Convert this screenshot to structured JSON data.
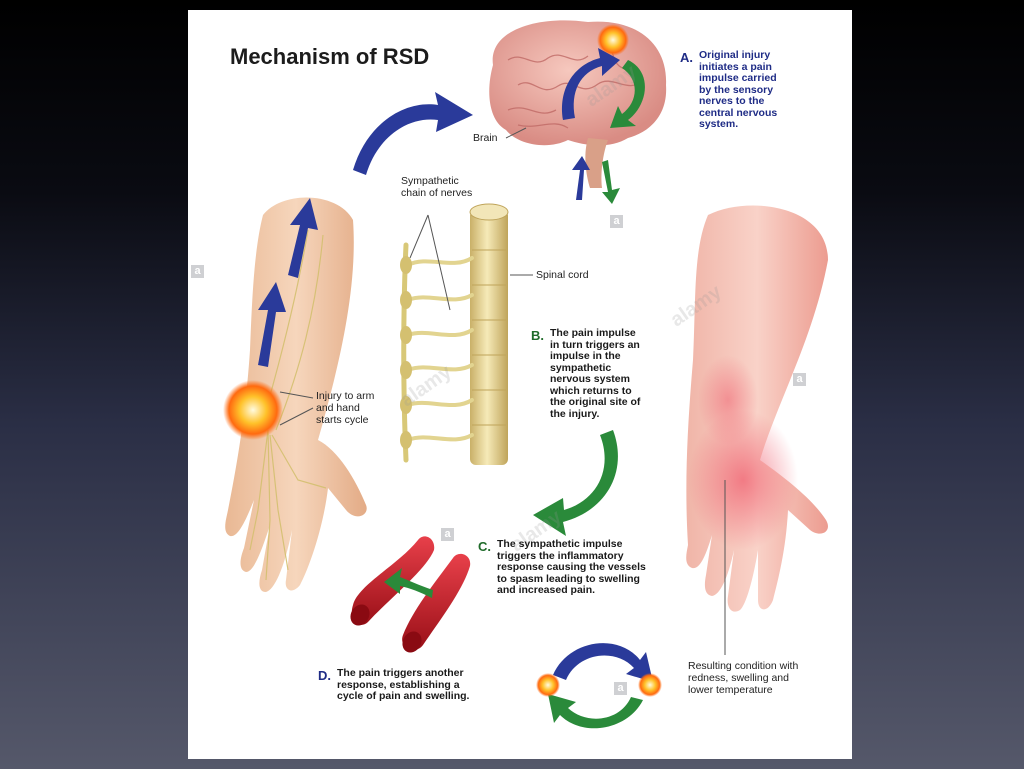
{
  "title": "Mechanism of RSD",
  "labels": {
    "brain": "Brain",
    "sympathetic": [
      "Sympathetic",
      "chain of nerves"
    ],
    "spinal_cord": "Spinal cord",
    "injury": [
      "Injury to arm",
      "and hand",
      "starts cycle"
    ],
    "resulting": [
      "Resulting condition with",
      "redness, swelling and",
      "lower temperature"
    ]
  },
  "steps": {
    "a": {
      "letter": "A.",
      "lines": [
        "Original injury",
        "initiates a pain",
        "impulse carried",
        "by the sensory",
        "nerves to the",
        "central nervous",
        "system."
      ]
    },
    "b": {
      "letter": "B.",
      "lines": [
        "The pain impulse",
        "in turn triggers an",
        "impulse in the",
        "sympathetic",
        "nervous system",
        "which returns to",
        "the original site of",
        "the injury."
      ]
    },
    "c": {
      "letter": "C.",
      "lines": [
        "The sympathetic impulse",
        "triggers the inflammatory",
        "response causing the vessels",
        "to spasm leading to swelling",
        "and increased pain."
      ]
    },
    "d": {
      "letter": "D.",
      "lines": [
        "The pain triggers another",
        "response, establishing a",
        "cycle of pain and swelling."
      ]
    }
  },
  "watermark": {
    "text": "alamy",
    "badge": "a"
  },
  "colors": {
    "blue_arrow": "#2a3a9a",
    "green_arrow": "#2a8a3a",
    "skin": "#f0c8a8",
    "inflamed": "#f2a8a0",
    "vessel": "#c8202a",
    "nerve": "#d8c878",
    "brain": "#e8a8a0"
  }
}
